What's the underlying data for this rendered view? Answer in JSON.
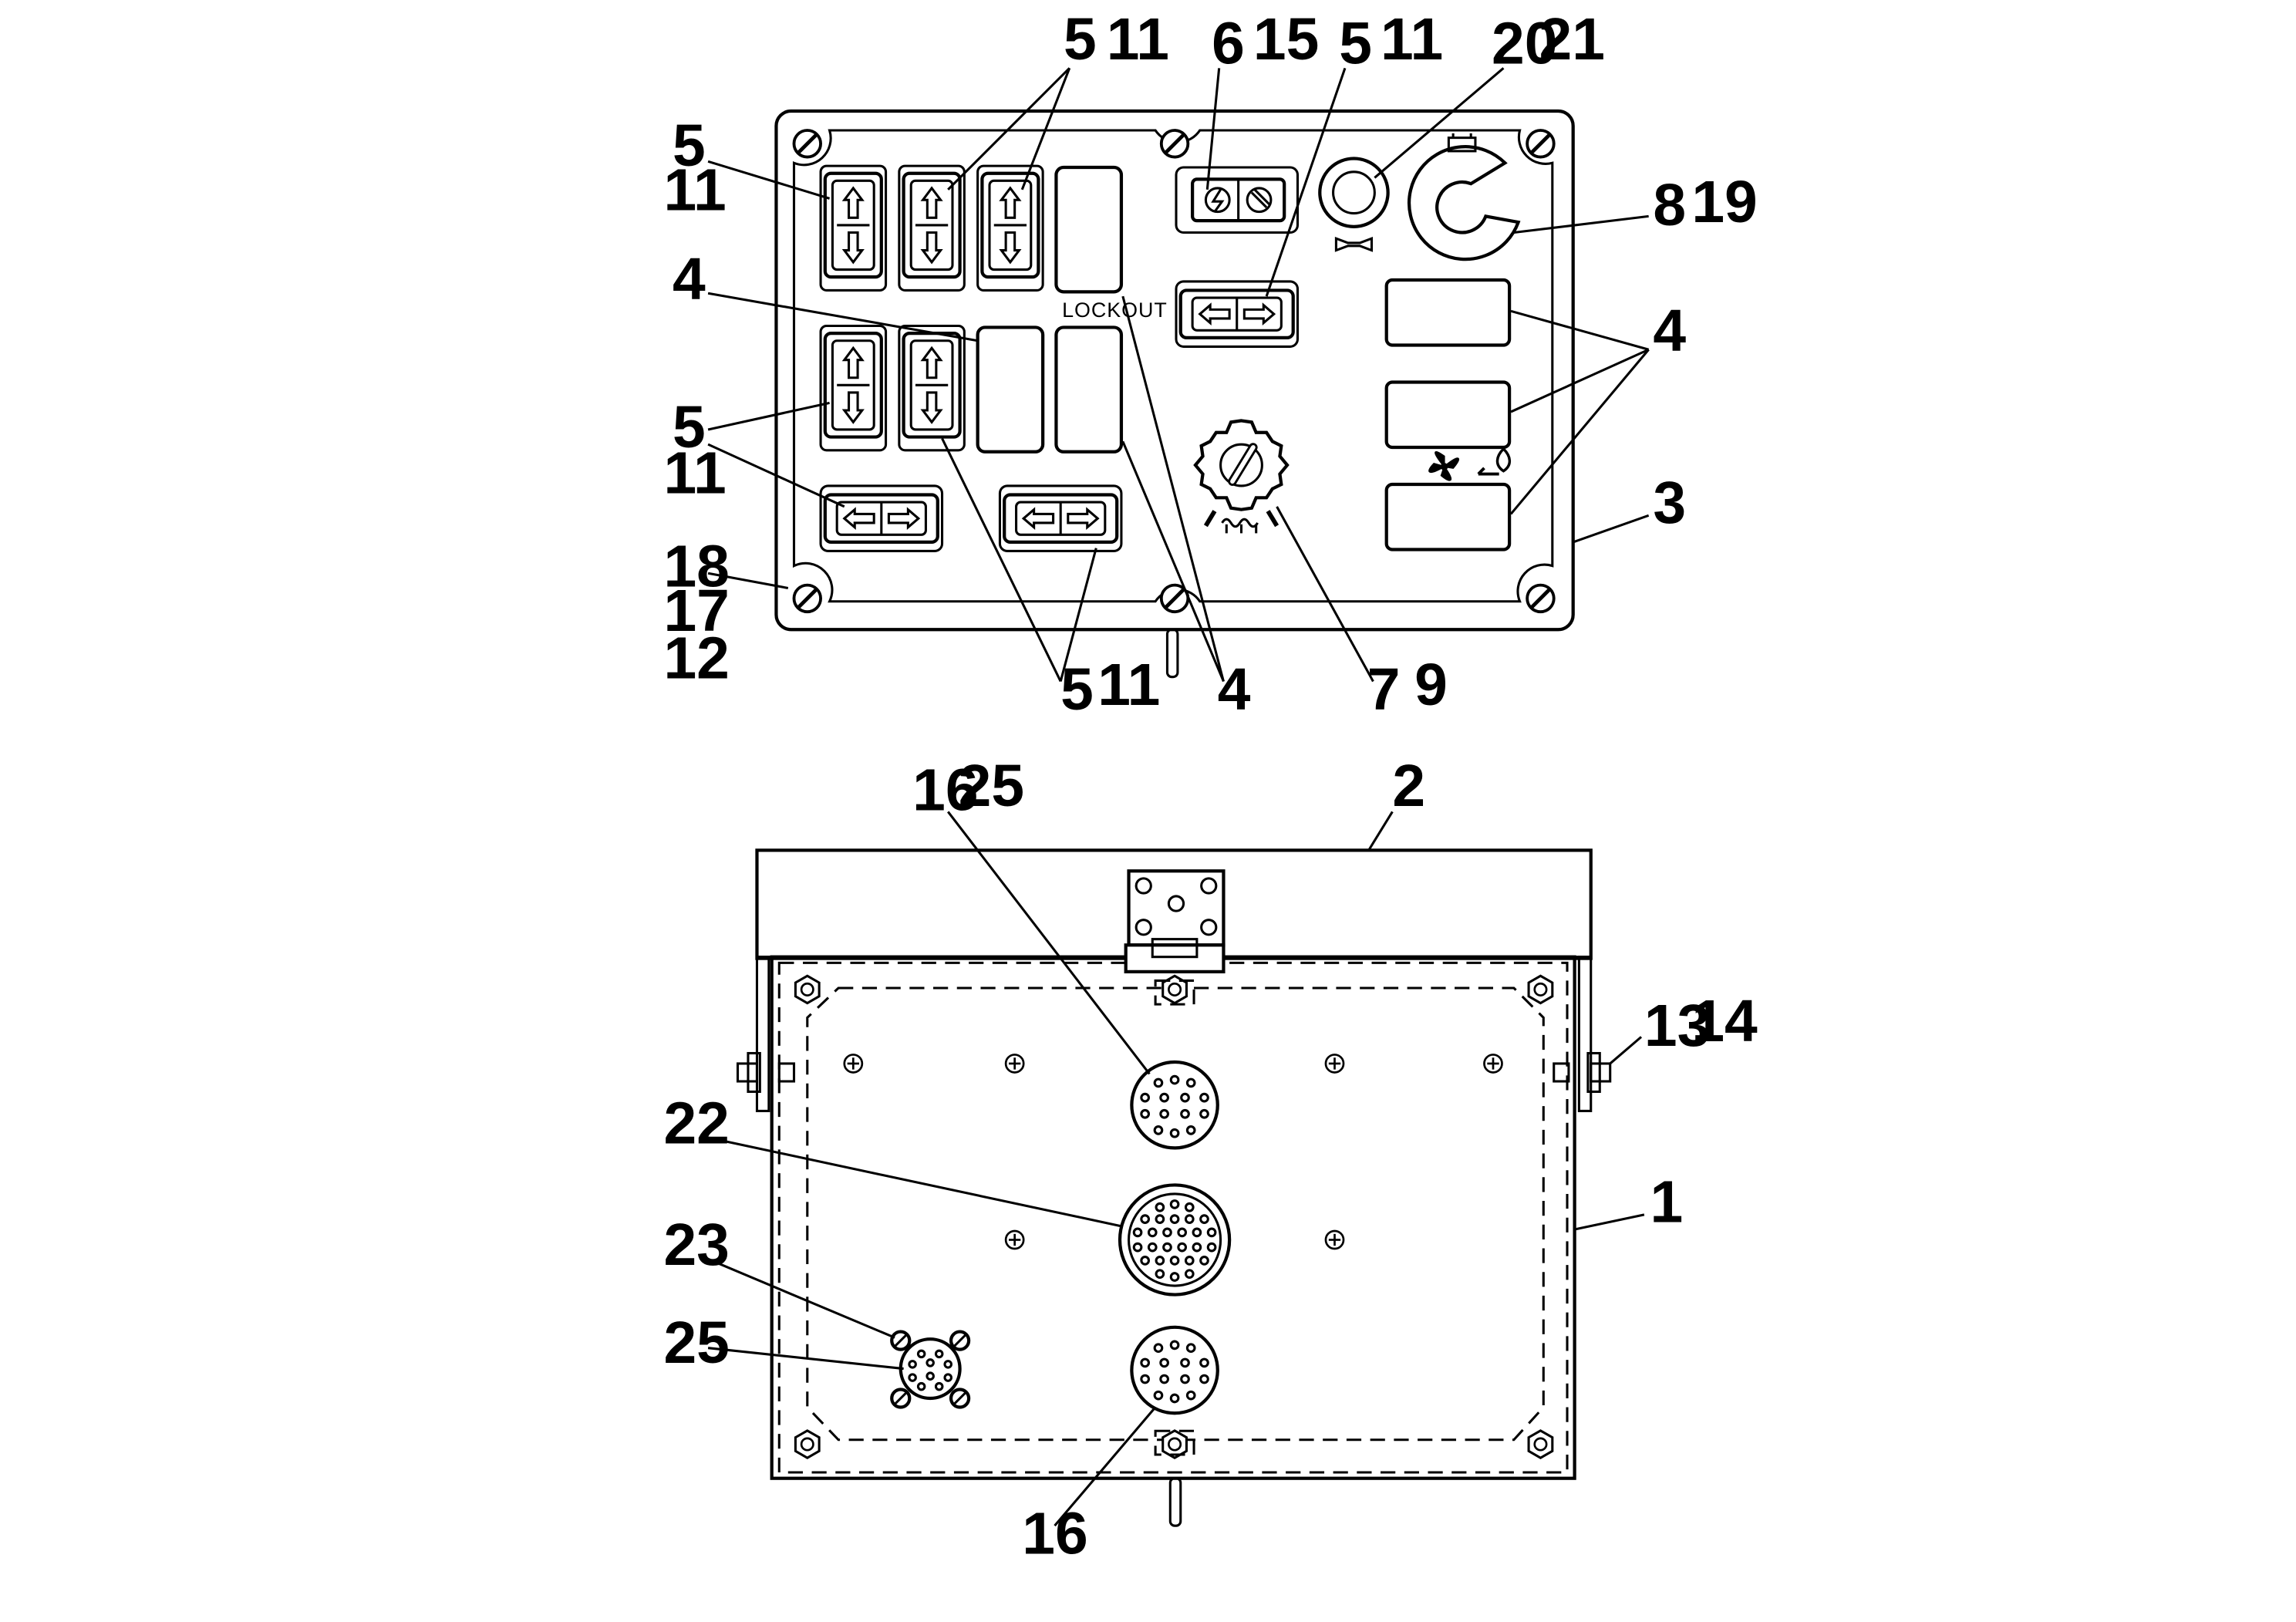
{
  "panel_text": {
    "lockout": "LOCKOUT"
  },
  "top_view_labels": {
    "l5a": "5",
    "l11a": "11",
    "l6": "6",
    "l15": "15",
    "l5b": "5",
    "l11b": "11",
    "l20": "20",
    "l21": "21",
    "l5c": "5",
    "l11c": "11",
    "l8": "8",
    "l19": "19",
    "l4a": "4",
    "l4b": "4",
    "l5d": "5",
    "l11d": "11",
    "l3": "3",
    "l18": "18",
    "l17": "17",
    "l12": "12",
    "l5e": "5",
    "l11e": "11",
    "l4c": "4",
    "l7": "7",
    "l9": "9"
  },
  "bottom_view_labels": {
    "l16a": "16",
    "l25a": "25",
    "l2": "2",
    "l13": "13",
    "l14": "14",
    "l22": "22",
    "l1": "1",
    "l23": "23",
    "l25b": "25",
    "l16b": "16"
  },
  "icons": [
    "rocker-switch-icon",
    "screw-icon",
    "horn-icon",
    "battery-icon",
    "fan-icon",
    "heater-icon",
    "selector-knob-icon",
    "connector-icon",
    "hinge-icon"
  ]
}
